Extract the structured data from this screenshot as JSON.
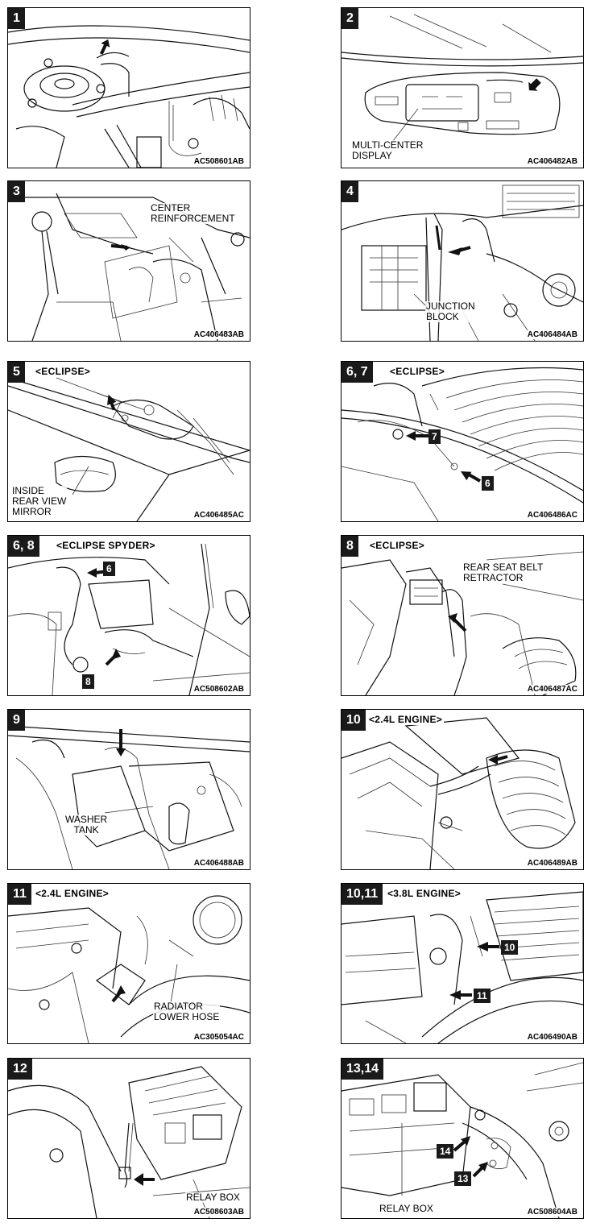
{
  "panels": [
    {
      "badge": "1",
      "variant": "",
      "labels": [],
      "code": "AC508601AB",
      "callouts": []
    },
    {
      "badge": "2",
      "variant": "",
      "labels": [
        [
          "MULTI-CENTER",
          "DISPLAY"
        ]
      ],
      "code": "AC406482AB",
      "callouts": []
    },
    {
      "badge": "3",
      "variant": "",
      "labels": [
        [
          "CENTER",
          "REINFORCEMENT"
        ]
      ],
      "code": "AC406483AB",
      "callouts": []
    },
    {
      "badge": "4",
      "variant": "",
      "labels": [
        [
          "JUNCTION",
          "BLOCK"
        ]
      ],
      "code": "AC406484AB",
      "callouts": []
    },
    {
      "badge": "5",
      "variant": "<ECLIPSE>",
      "labels": [
        [
          "INSIDE",
          "REAR VIEW",
          "MIRROR"
        ]
      ],
      "code": "AC406485AC",
      "callouts": []
    },
    {
      "badge": "6, 7",
      "variant": "<ECLIPSE>",
      "labels": [],
      "code": "AC406486AC",
      "callouts": [
        "7",
        "6"
      ]
    },
    {
      "badge": "6, 8",
      "variant": "<ECLIPSE SPYDER>",
      "labels": [],
      "code": "AC508602AB",
      "callouts": [
        "6",
        "8"
      ]
    },
    {
      "badge": "8",
      "variant": "<ECLIPSE>",
      "labels": [
        [
          "REAR SEAT BELT",
          "RETRACTOR"
        ]
      ],
      "code": "AC406487AC",
      "callouts": []
    },
    {
      "badge": "9",
      "variant": "",
      "labels": [
        [
          "WASHER",
          "TANK"
        ]
      ],
      "code": "AC406488AB",
      "callouts": []
    },
    {
      "badge": "10",
      "variant": "<2.4L ENGINE>",
      "labels": [],
      "code": "AC406489AB",
      "callouts": []
    },
    {
      "badge": "11",
      "variant": "<2.4L ENGINE>",
      "labels": [
        [
          "RADIATOR",
          "LOWER HOSE"
        ]
      ],
      "code": "AC305054AC",
      "callouts": []
    },
    {
      "badge": "10,11",
      "variant": "<3.8L ENGINE>",
      "labels": [],
      "code": "AC406490AB",
      "callouts": [
        "10",
        "11"
      ]
    },
    {
      "badge": "12",
      "variant": "",
      "labels": [
        [
          "RELAY BOX"
        ]
      ],
      "code": "AC508603AB",
      "callouts": []
    },
    {
      "badge": "13,14",
      "variant": "",
      "labels": [
        [
          "RELAY BOX"
        ]
      ],
      "code": "AC508604AB",
      "callouts": [
        "14",
        "13"
      ]
    }
  ]
}
